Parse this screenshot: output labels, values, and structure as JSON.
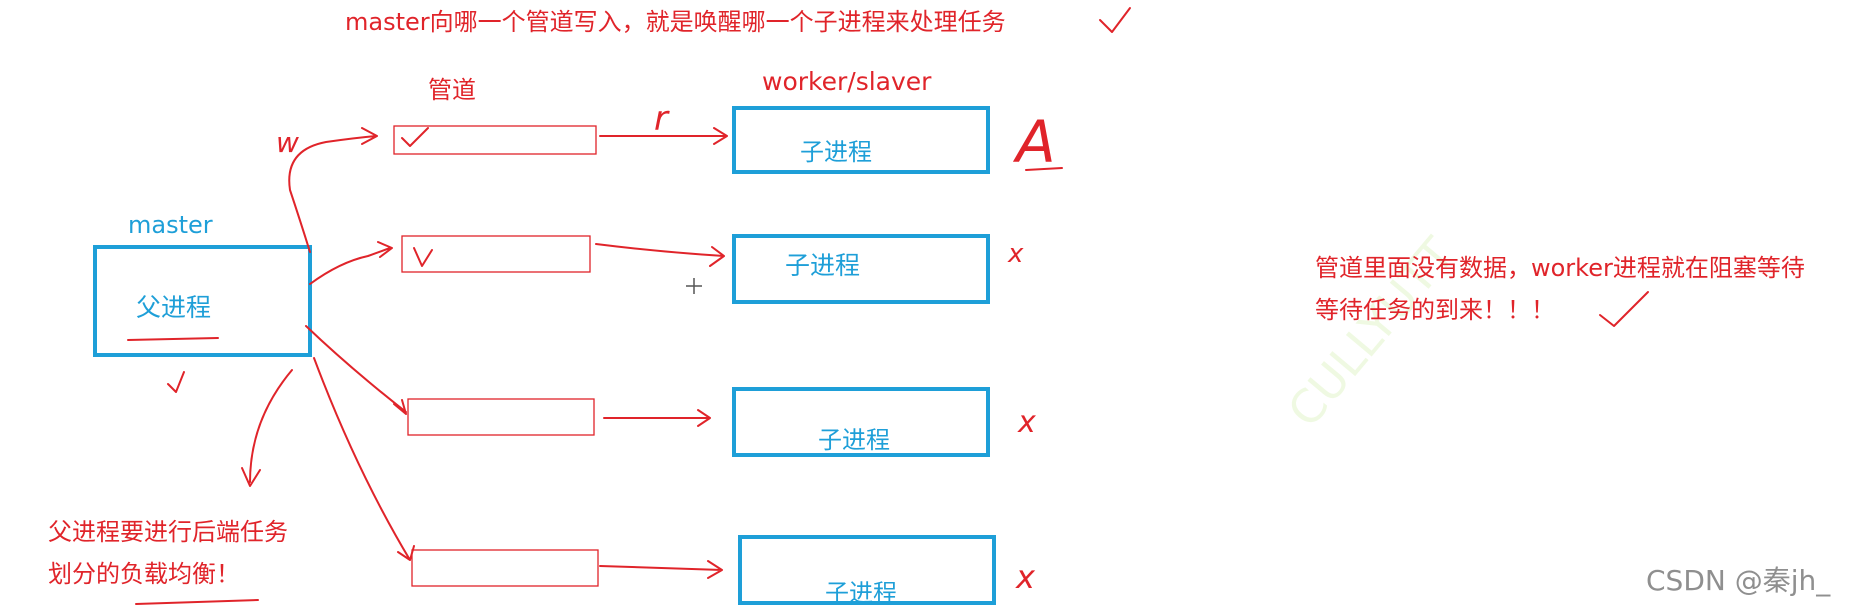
{
  "title_note": "master向哪一个管道写入，就是唤醒哪一个子进程来处理任务",
  "pipe_label": "管道",
  "worker_label": "worker/slaver",
  "master_label": "master",
  "parent_process": "父进程",
  "child_process": "子进程",
  "annotation_w": "w",
  "annotation_r": "r",
  "annotation_a": "A",
  "annotation_x": "x",
  "right_note": {
    "line1": "管道里面没有数据，worker进程就在阻塞等待",
    "line2": "等待任务的到来！！！"
  },
  "left_note": {
    "line1": "父进程要进行后端任务",
    "line2": "划分的负载均衡！"
  },
  "watermark": "CSDN @秦jh_",
  "colors": {
    "annotation_red": "#e0242a",
    "box_blue": "#1e9fd8",
    "watermark_gray": "#8f8f8f"
  }
}
